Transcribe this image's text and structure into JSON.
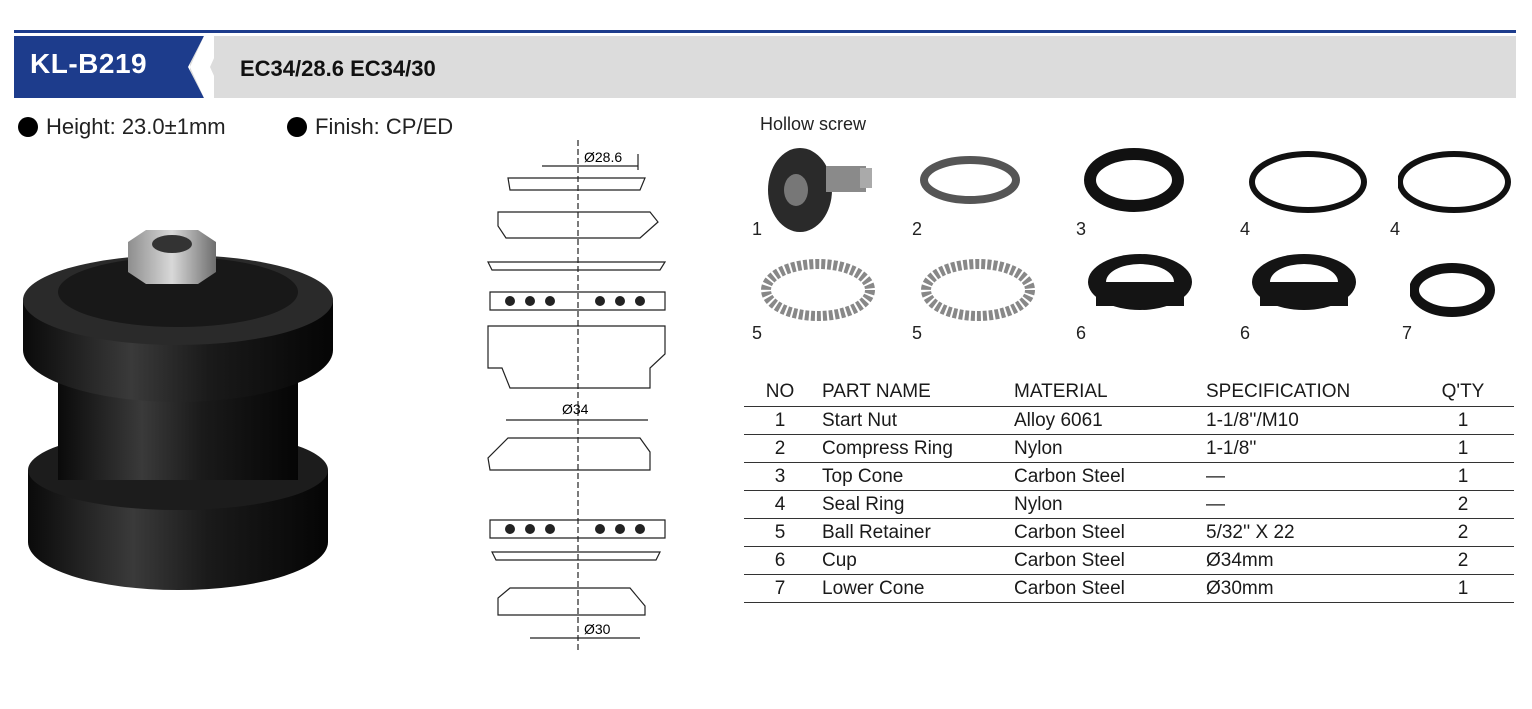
{
  "header": {
    "model": "KL-B219",
    "spec_code": "EC34/28.6  EC34/30",
    "colors": {
      "brand_blue": "#1d3c8c",
      "header_grey": "#dcdcdc"
    }
  },
  "attributes": [
    {
      "label": "Height: 23.0±1mm"
    },
    {
      "label": "Finish: CP/ED"
    }
  ],
  "drawing": {
    "top_dimension": "Ø28.6",
    "middle_dimension": "Ø34",
    "bottom_dimension": "Ø30"
  },
  "parts_gallery": {
    "caption": "Hollow screw",
    "items": [
      {
        "number": "1",
        "icon": "hollow-screw-icon"
      },
      {
        "number": "2",
        "icon": "compress-ring-icon"
      },
      {
        "number": "3",
        "icon": "top-cone-icon"
      },
      {
        "number": "4",
        "icon": "seal-ring-icon"
      },
      {
        "number": "4",
        "icon": "seal-ring-icon"
      },
      {
        "number": "5",
        "icon": "ball-retainer-icon"
      },
      {
        "number": "5",
        "icon": "ball-retainer-icon"
      },
      {
        "number": "6",
        "icon": "cup-icon"
      },
      {
        "number": "6",
        "icon": "cup-icon"
      },
      {
        "number": "7",
        "icon": "lower-cone-icon"
      }
    ]
  },
  "table": {
    "headers": [
      "NO",
      "PART NAME",
      "MATERIAL",
      "SPECIFICATION",
      "Q'TY"
    ],
    "rows": [
      [
        "1",
        "Start Nut",
        "Alloy  6061",
        "1-1/8''/M10",
        "1"
      ],
      [
        "2",
        "Compress Ring",
        "Nylon",
        "1-1/8''",
        "1"
      ],
      [
        "3",
        "Top Cone",
        "Carbon Steel",
        "—",
        "1"
      ],
      [
        "4",
        "Seal Ring",
        "Nylon",
        "—",
        "2"
      ],
      [
        "5",
        "Ball Retainer",
        "Carbon Steel",
        "5/32'' X 22",
        "2"
      ],
      [
        "6",
        "Cup",
        "Carbon Steel",
        "Ø34mm",
        "2"
      ],
      [
        "7",
        "Lower Cone",
        "Carbon Steel",
        "Ø30mm",
        "1"
      ]
    ]
  }
}
